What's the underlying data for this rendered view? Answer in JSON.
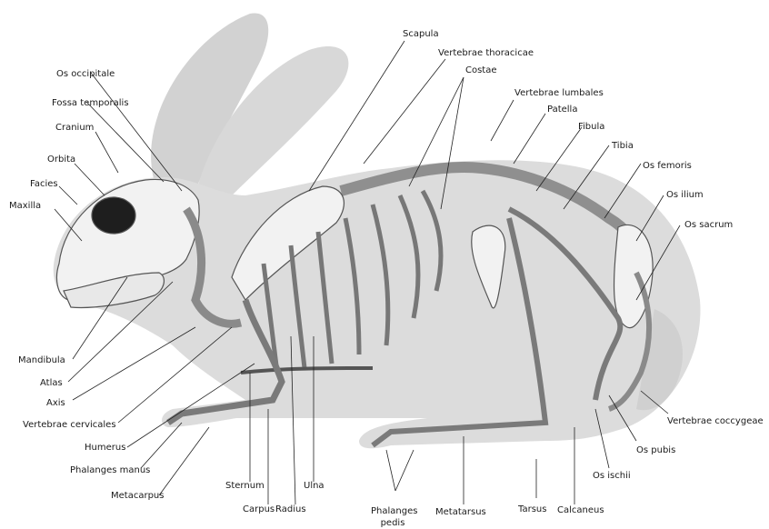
{
  "labels": {
    "scapula": "Scapula",
    "vert_thoracicae": "Vertebrae thoracicae",
    "costae": "Costae",
    "os_occipitale": "Os occipitale",
    "vert_lumbales": "Vertebrae lumbales",
    "fossa_temporalis": "Fossa temporalis",
    "patella": "Patella",
    "cranium": "Cranium",
    "fibula": "Fibula",
    "tibia": "Tibia",
    "orbita": "Orbita",
    "os_femoris": "Os femoris",
    "facies": "Facies",
    "maxilla": "Maxilla",
    "os_ilium": "Os ilium",
    "os_sacrum": "Os sacrum",
    "mandibula": "Mandibula",
    "atlas": "Atlas",
    "axis": "Axis",
    "vert_cervicales": "Vertebrae cervicales",
    "humerus": "Humerus",
    "phalanges_manus": "Phalanges manus",
    "metacarpus": "Metacarpus",
    "sternum": "Sternum",
    "carpus": "Carpus",
    "radius": "Radius",
    "ulna": "Ulna",
    "phalanges_pedis": "Phalanges pedis",
    "metatarsus": "Metatarsus",
    "tarsus": "Tarsus",
    "calcaneus": "Calcaneus",
    "os_ischii": "Os ischii",
    "os_pubis": "Os pubis",
    "vert_coccygeae": "Vertebrae coccygeae"
  }
}
